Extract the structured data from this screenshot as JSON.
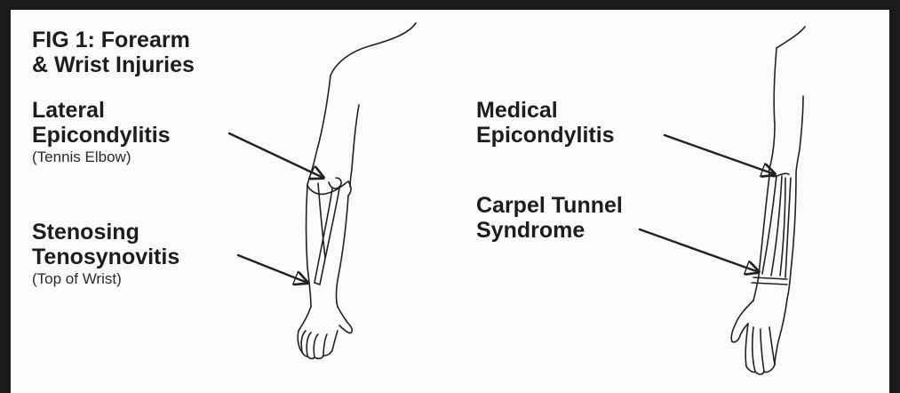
{
  "figure": {
    "title_line1": "FIG 1: Forearm",
    "title_line2": "& Wrist Injuries"
  },
  "labels": {
    "lateral": {
      "line1": "Lateral",
      "line2": "Epicondylitis",
      "sub": "(Tennis Elbow)"
    },
    "stenosing": {
      "line1": "Stenosing",
      "line2": "Tenosynovitis",
      "sub": "(Top of Wrist)"
    },
    "medical": {
      "line1": "Medical",
      "line2": "Epicondylitis"
    },
    "carpel": {
      "line1": "Carpel Tunnel",
      "line2": "Syndrome"
    }
  },
  "colors": {
    "frame": "#1a1a1a",
    "background": "#fbfbf9",
    "ink": "#222222"
  }
}
